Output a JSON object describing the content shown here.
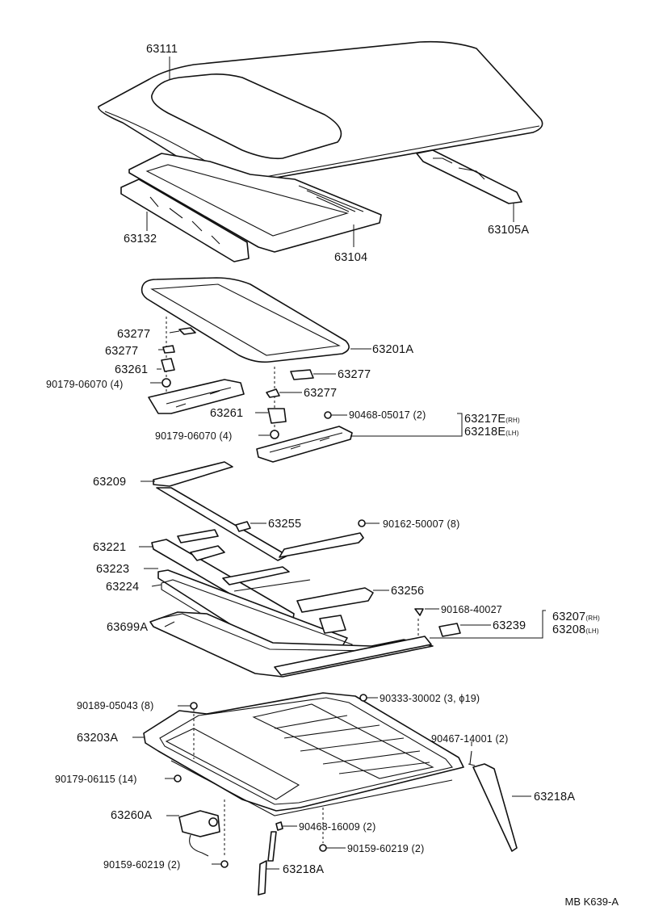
{
  "diagram_id": "MB K639-A",
  "labels": {
    "roof_panel": "63111",
    "roof_rear_support": "63132",
    "sunroof_frame_upper": "63104",
    "roof_side_rail": "63105A",
    "glass_panel": "63201A",
    "clip_a": "63277",
    "clip_b": "63277",
    "clip_c": "63277",
    "clip_d": "63277",
    "bracket_left": "63261",
    "bracket_right": "63261",
    "nut_left": "90179-06070 (4)",
    "nut_right": "90179-06070 (4)",
    "screw_top": "90468-05017 (2)",
    "guide_rh": "63217E",
    "guide_rh_side": "(RH)",
    "guide_lh": "63218E",
    "guide_lh_side": "(LH)",
    "deflector": "63209",
    "link_bracket": "63255",
    "screw_8": "90162-50007 (8)",
    "weatherstrip_front": "63221",
    "seal_a": "63223",
    "seal_b": "63224",
    "drip_seal": "63699A",
    "cable_guide": "63256",
    "bolt": "90168-40027",
    "block": "63239",
    "rail_rh": "63207",
    "rail_rh_side": "(RH)",
    "rail_lh": "63208",
    "rail_lh_side": "(LH)",
    "nut_8": "90189-05043 (8)",
    "plug": "90333-30002 (3, ϕ19)",
    "housing": "63203A",
    "nut_14": "90179-06115 (14)",
    "clamp": "90467-14001 (2)",
    "drain_hose_right": "63218A",
    "motor": "63260A",
    "screw_16009": "90468-16009 (2)",
    "screw_60219_right": "90159-60219 (2)",
    "screw_60219_left": "90159-60219 (2)",
    "drain_hose_left": "63218A"
  }
}
